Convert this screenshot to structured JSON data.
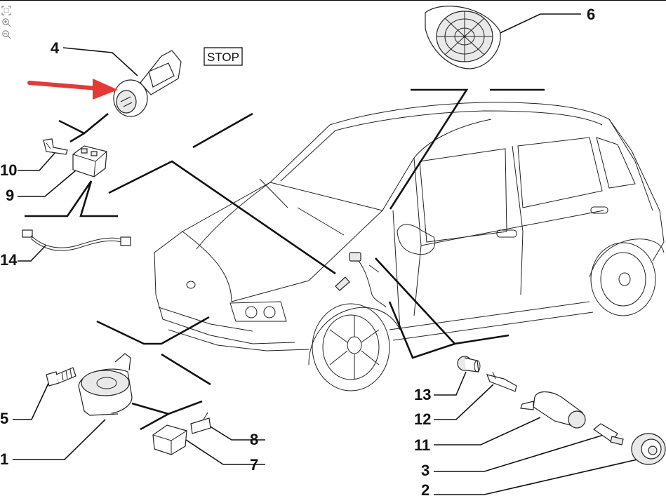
{
  "toolbar": {
    "icons": [
      "fit-page-icon",
      "zoom-in-icon",
      "zoom-out-icon"
    ]
  },
  "diagram": {
    "stop_label": "STOP",
    "callouts": {
      "c1": "1",
      "c2": "2",
      "c3": "3",
      "c4": "4",
      "c5": "5",
      "c6": "6",
      "c7": "7",
      "c8": "8",
      "c9": "9",
      "c10": "10",
      "c11": "11",
      "c12": "12",
      "c13": "13",
      "c14": "14"
    },
    "highlight_color": "#e53935"
  }
}
